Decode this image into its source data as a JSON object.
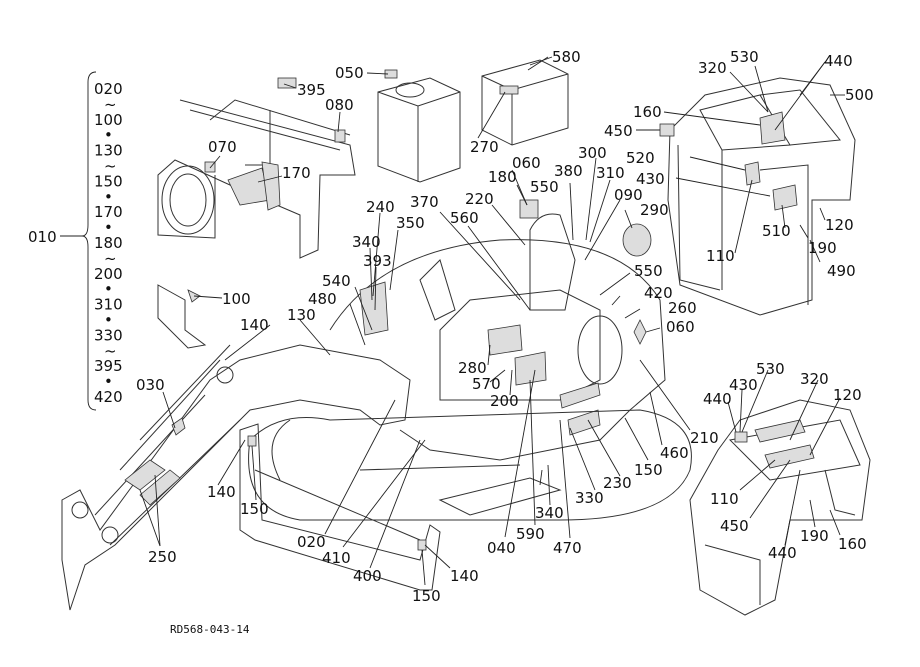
{
  "diagram": {
    "code": "RD568-043-14",
    "range_group": {
      "label": "010",
      "items": [
        "020",
        "100",
        "130",
        "150",
        "170",
        "180",
        "200",
        "310",
        "330",
        "395",
        "420"
      ],
      "separators": [
        "~",
        "•",
        "~",
        "•",
        "•",
        "~",
        "•",
        "•",
        "~",
        "•"
      ]
    },
    "callouts": [
      {
        "id": "c050",
        "text": "050"
      },
      {
        "id": "c580",
        "text": "580"
      },
      {
        "id": "c395",
        "text": "395"
      },
      {
        "id": "c080",
        "text": "080"
      },
      {
        "id": "c270",
        "text": "270"
      },
      {
        "id": "c070",
        "text": "070"
      },
      {
        "id": "c170",
        "text": "170"
      },
      {
        "id": "c100a",
        "text": "100"
      },
      {
        "id": "c060a",
        "text": "060"
      },
      {
        "id": "c180a",
        "text": "180"
      },
      {
        "id": "c550a",
        "text": "550"
      },
      {
        "id": "c380",
        "text": "380"
      },
      {
        "id": "c300",
        "text": "300"
      },
      {
        "id": "c310",
        "text": "310"
      },
      {
        "id": "c090",
        "text": "090"
      },
      {
        "id": "c220",
        "text": "220"
      },
      {
        "id": "c370",
        "text": "370"
      },
      {
        "id": "c240",
        "text": "240"
      },
      {
        "id": "c560",
        "text": "560"
      },
      {
        "id": "c290",
        "text": "290"
      },
      {
        "id": "c340a",
        "text": "340"
      },
      {
        "id": "c350",
        "text": "350"
      },
      {
        "id": "c393",
        "text": "393"
      },
      {
        "id": "c540",
        "text": "540"
      },
      {
        "id": "c480",
        "text": "480"
      },
      {
        "id": "c140a",
        "text": "140"
      },
      {
        "id": "c130",
        "text": "130"
      },
      {
        "id": "c550b",
        "text": "550"
      },
      {
        "id": "c420",
        "text": "420"
      },
      {
        "id": "c260",
        "text": "260"
      },
      {
        "id": "c060b",
        "text": "060"
      },
      {
        "id": "c280",
        "text": "280"
      },
      {
        "id": "c570",
        "text": "570"
      },
      {
        "id": "c200",
        "text": "200"
      },
      {
        "id": "c030",
        "text": "030"
      },
      {
        "id": "c210",
        "text": "210"
      },
      {
        "id": "c460",
        "text": "460"
      },
      {
        "id": "c150a",
        "text": "150"
      },
      {
        "id": "c230",
        "text": "230"
      },
      {
        "id": "c330",
        "text": "330"
      },
      {
        "id": "c140b",
        "text": "140"
      },
      {
        "id": "c150b",
        "text": "150"
      },
      {
        "id": "c340b",
        "text": "340"
      },
      {
        "id": "c470",
        "text": "470"
      },
      {
        "id": "c590",
        "text": "590"
      },
      {
        "id": "c040",
        "text": "040"
      },
      {
        "id": "c020",
        "text": "020"
      },
      {
        "id": "c410",
        "text": "410"
      },
      {
        "id": "c400",
        "text": "400"
      },
      {
        "id": "c140c",
        "text": "140"
      },
      {
        "id": "c150c",
        "text": "150"
      },
      {
        "id": "c250",
        "text": "250"
      },
      {
        "id": "c530a",
        "text": "530"
      },
      {
        "id": "c440a",
        "text": "440"
      },
      {
        "id": "c320a",
        "text": "320"
      },
      {
        "id": "c500",
        "text": "500"
      },
      {
        "id": "c160a",
        "text": "160"
      },
      {
        "id": "c450a",
        "text": "450"
      },
      {
        "id": "c520",
        "text": "520"
      },
      {
        "id": "c430a",
        "text": "430"
      },
      {
        "id": "c120a",
        "text": "120"
      },
      {
        "id": "c510",
        "text": "510"
      },
      {
        "id": "c110a",
        "text": "110"
      },
      {
        "id": "c190a",
        "text": "190"
      },
      {
        "id": "c490",
        "text": "490"
      },
      {
        "id": "c530b",
        "text": "530"
      },
      {
        "id": "c430b",
        "text": "430"
      },
      {
        "id": "c320b",
        "text": "320"
      },
      {
        "id": "c440b",
        "text": "440"
      },
      {
        "id": "c120b",
        "text": "120"
      },
      {
        "id": "c110b",
        "text": "110"
      },
      {
        "id": "c450b",
        "text": "450"
      },
      {
        "id": "c440c",
        "text": "440"
      },
      {
        "id": "c190b",
        "text": "190"
      },
      {
        "id": "c160b",
        "text": "160"
      }
    ]
  }
}
